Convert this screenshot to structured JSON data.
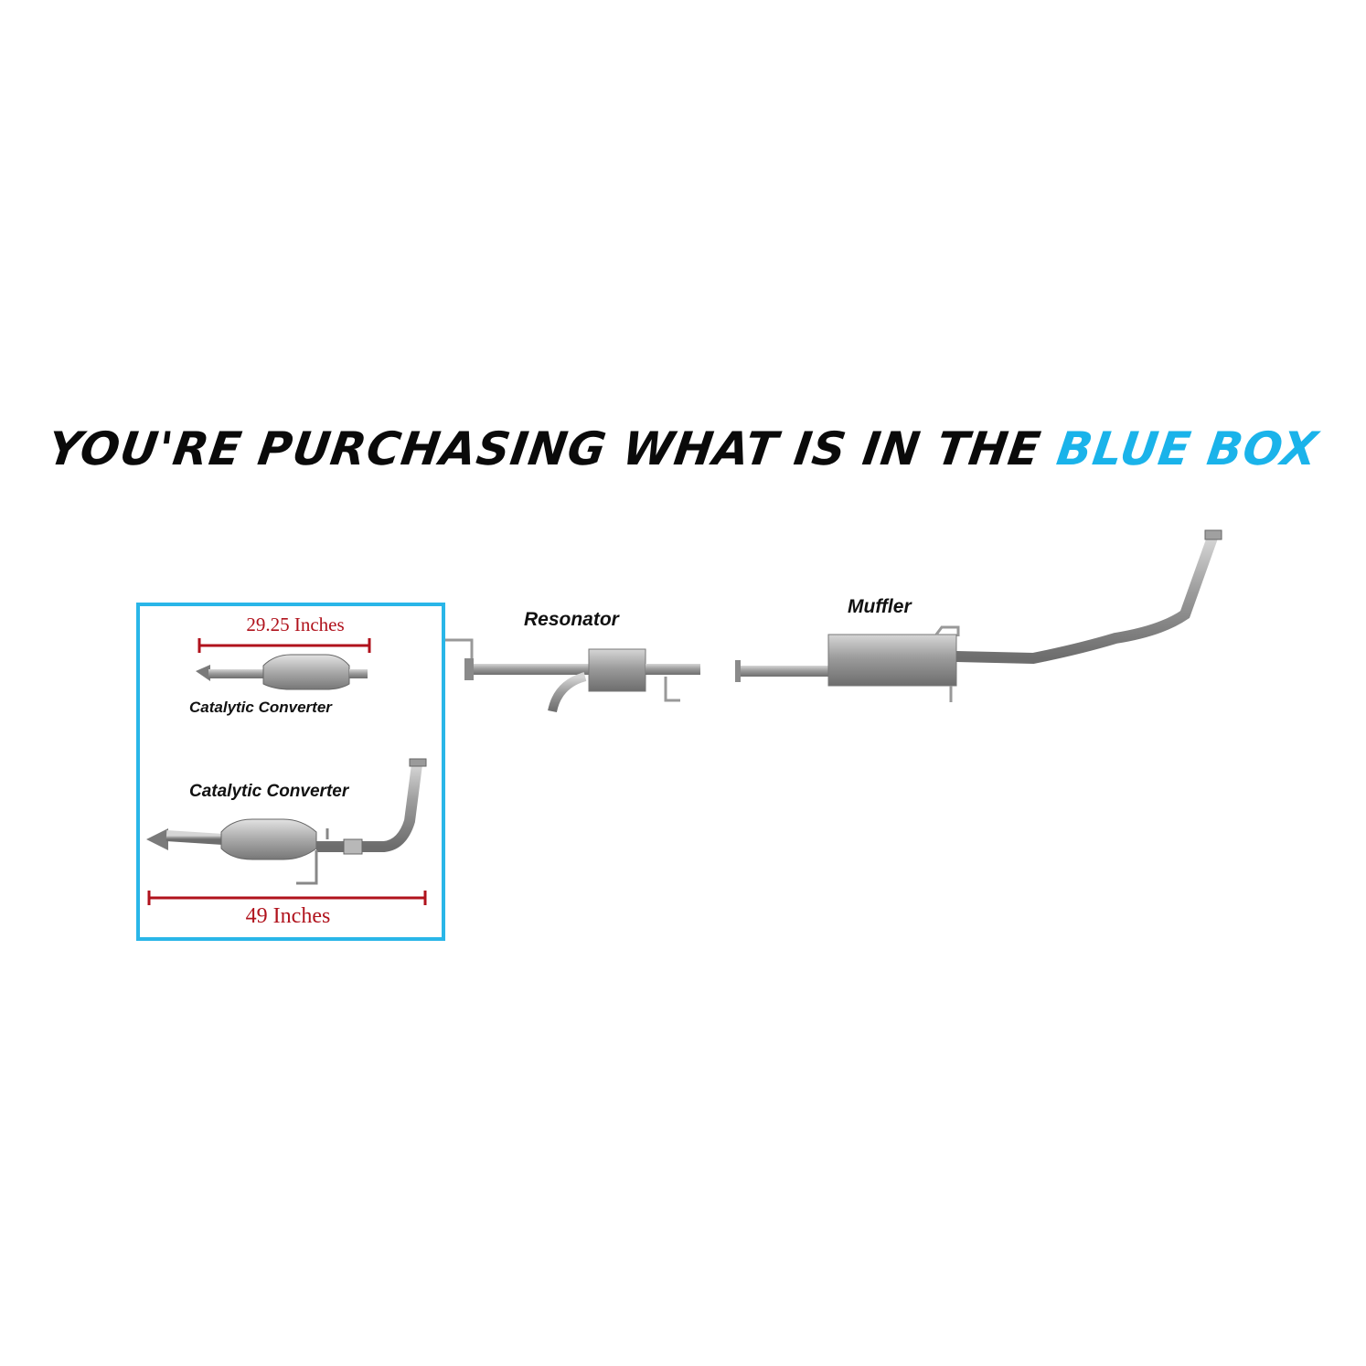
{
  "headline": {
    "prefix": "YOU'RE PURCHASING WHAT IS IN THE ",
    "accent": "BLUE BOX",
    "accent_color": "#1ab3ea",
    "text_color": "#0a0a0a"
  },
  "box": {
    "border_color": "#29b6e8"
  },
  "parts": {
    "cat1_label": "Catalytic  Converter",
    "cat1_measure": "29.25 Inches",
    "cat2_label": "Catalytic  Converter",
    "cat2_measure": "49 Inches",
    "resonator_label": "Resonator",
    "muffler_label": "Muffler"
  },
  "colors": {
    "measure": "#b0121c",
    "metal": "#9a9a9a",
    "metal_dark": "#6f6f6f"
  }
}
